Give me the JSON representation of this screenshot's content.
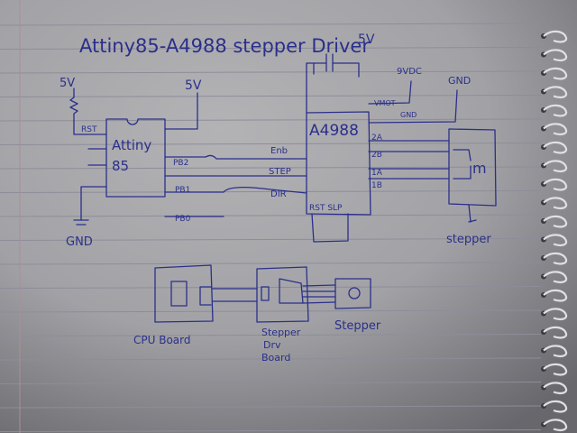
{
  "title": "Attiny85-A4988 stepper Driver",
  "labels": {
    "v5_left": "5V",
    "v5_chip": "5V",
    "v5_cap": "5V",
    "rst": "RST",
    "chip_name_1": "Attiny",
    "chip_name_2": "85",
    "pb2": "PB2",
    "pb1": "PB1",
    "pb0": "PB0",
    "gnd_left": "GND",
    "enb": "Enb",
    "step": "STEP",
    "dir": "DIR",
    "vmot": "VMOT",
    "gnd_a": "GND",
    "v9dc": "9VDC",
    "gnd_right": "GND",
    "driver_name": "A4988",
    "p2a": "2A",
    "p2b": "2B",
    "p1a": "1A",
    "p1b": "1B",
    "rst_slp": "RST SLP",
    "motor_label": "m",
    "stepper_top": "stepper",
    "cpu_board": "CPU Board",
    "stepper_drv_1": "Stepper",
    "stepper_drv_2": "Drv",
    "stepper_drv_3": "Board",
    "stepper_bottom": "Stepper"
  },
  "colors": {
    "ink": "#2b2f8a",
    "paper": "#a7a7aa",
    "rule": "#8e8e9a",
    "margin": "#b48c96",
    "spiral": "#d8d8dc",
    "vignette": "#2a2a2e"
  }
}
